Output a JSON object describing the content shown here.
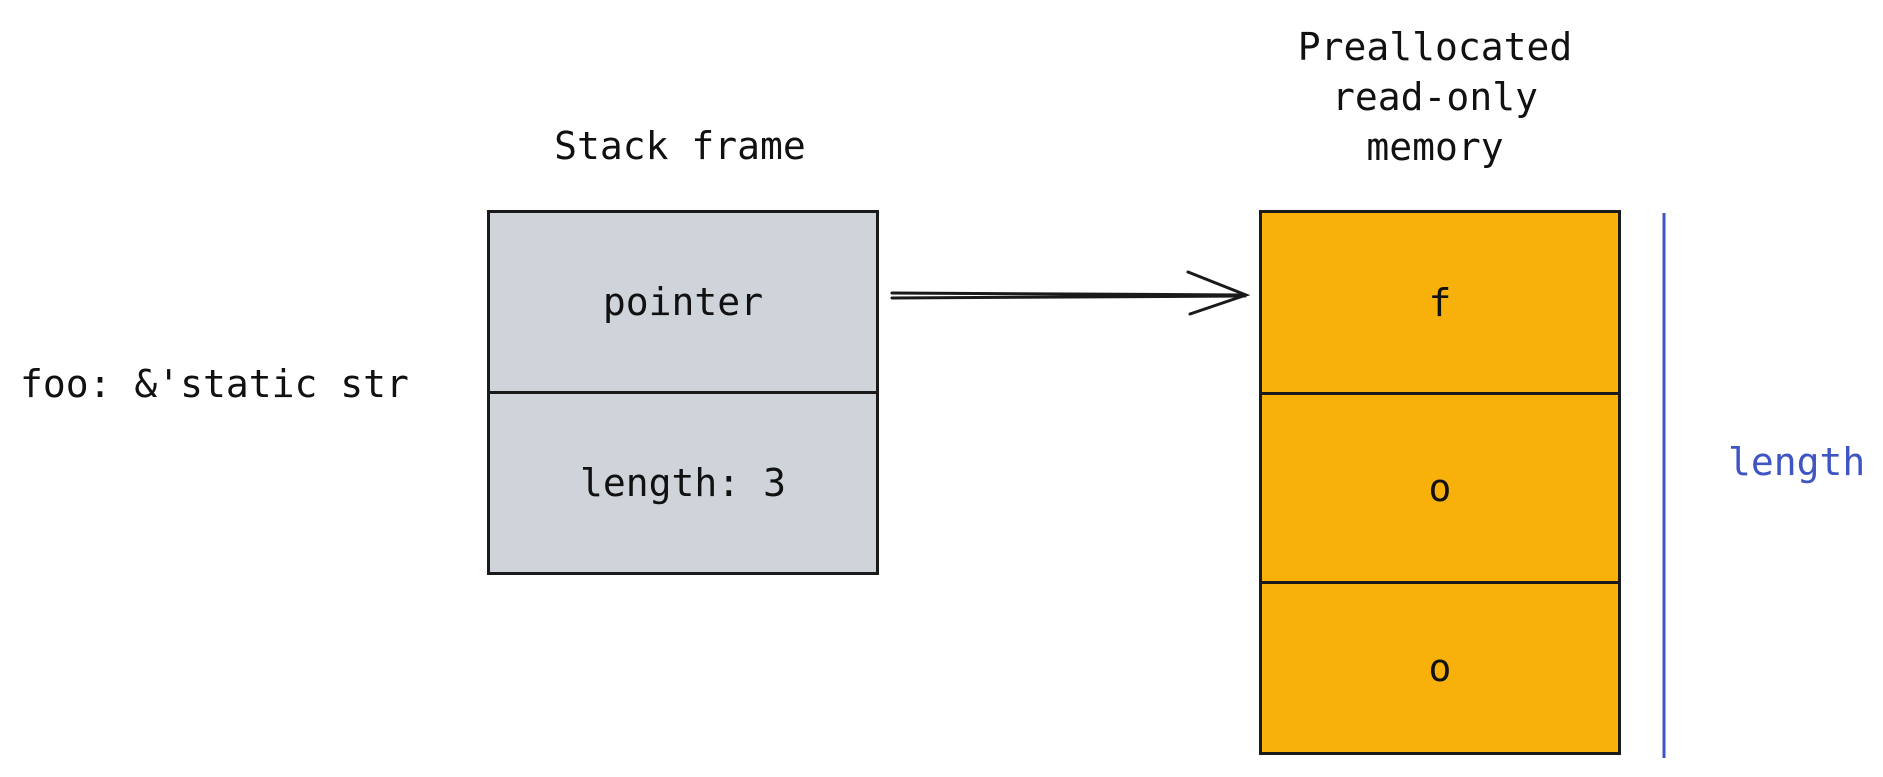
{
  "variable": {
    "declaration": "foo: &'static str"
  },
  "stack_frame": {
    "title": "Stack frame",
    "cells": [
      "pointer",
      "length: 3"
    ]
  },
  "memory": {
    "title_lines": [
      "Preallocated",
      "read-only",
      "memory"
    ],
    "cells": [
      "f",
      "o",
      "o"
    ]
  },
  "length_bracket": {
    "label": "length",
    "color": "#3f55c2"
  },
  "colors": {
    "stack_fill": "#ced4da",
    "memory_fill": "#f8b00a",
    "stroke": "#1a1a1a"
  }
}
